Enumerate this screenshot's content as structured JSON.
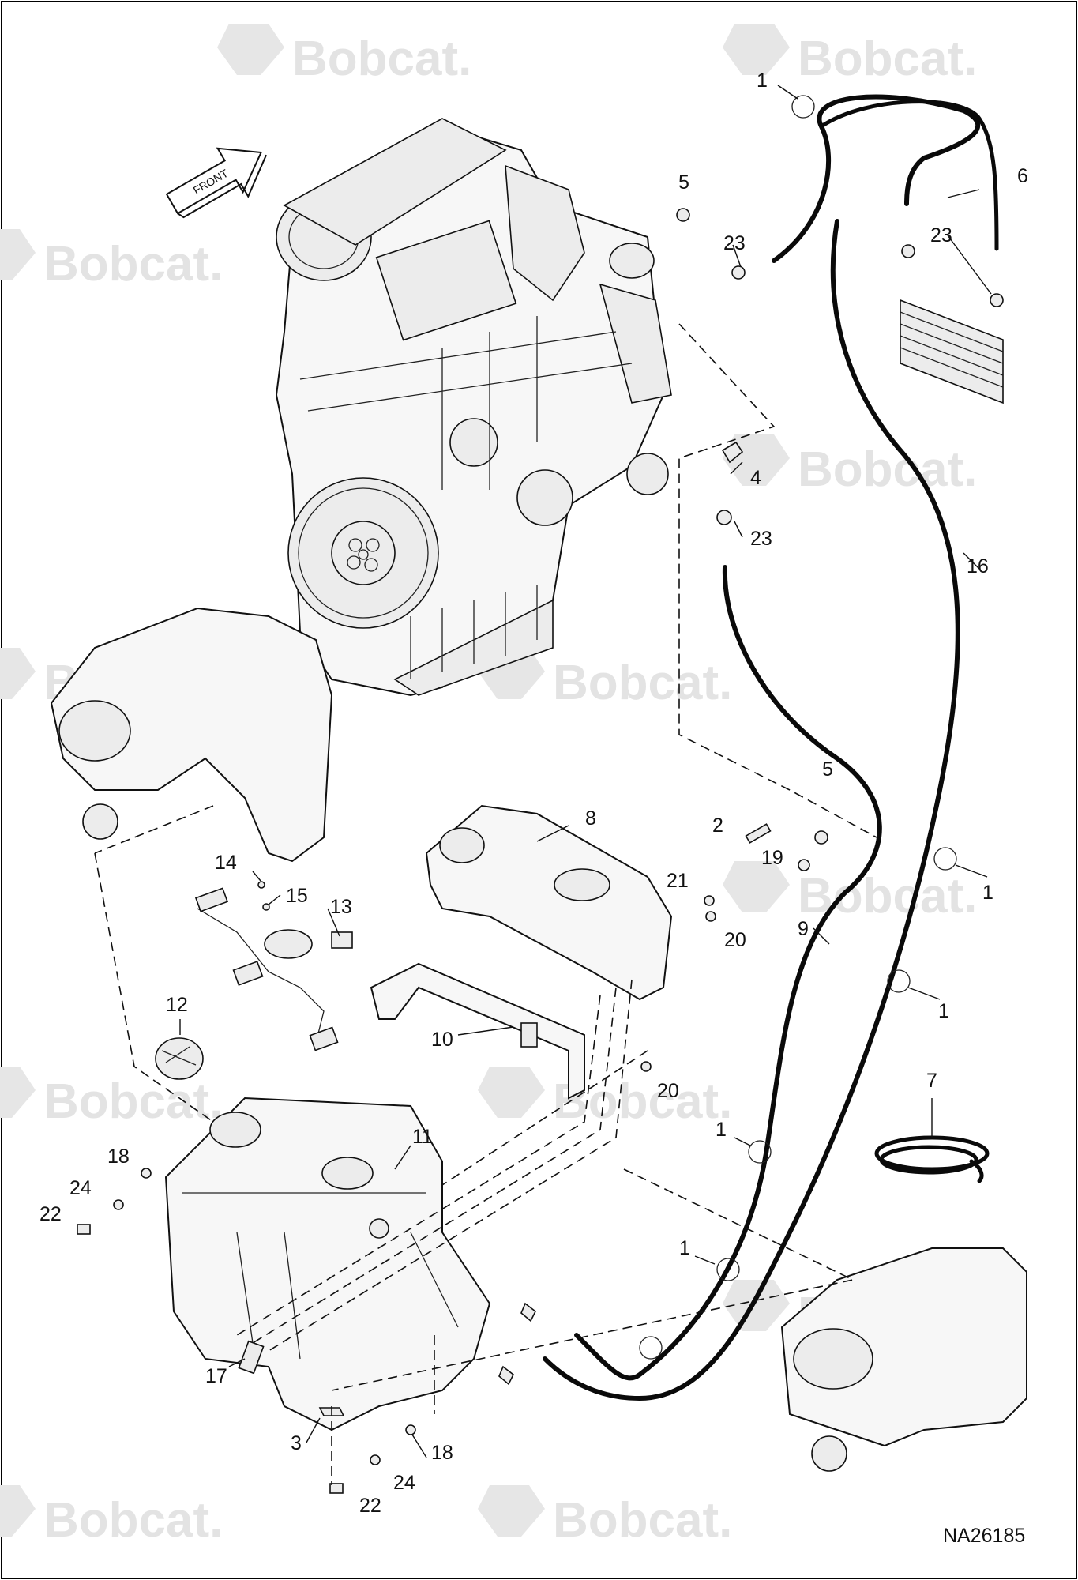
{
  "watermark": {
    "brand": "Bobcat",
    "mark": "."
  },
  "front_label": "FRONT",
  "reference_code": "NA26185",
  "callouts": [
    "1",
    "1",
    "1",
    "1",
    "1",
    "1",
    "2",
    "3",
    "4",
    "5",
    "5",
    "6",
    "7",
    "8",
    "9",
    "10",
    "11",
    "12",
    "13",
    "14",
    "15",
    "16",
    "17",
    "18",
    "18",
    "19",
    "20",
    "20",
    "21",
    "22",
    "22",
    "23",
    "23",
    "23",
    "24",
    "24"
  ],
  "colors": {
    "line": "#111111",
    "watermark": "#e3e3e3",
    "background": "#ffffff"
  }
}
